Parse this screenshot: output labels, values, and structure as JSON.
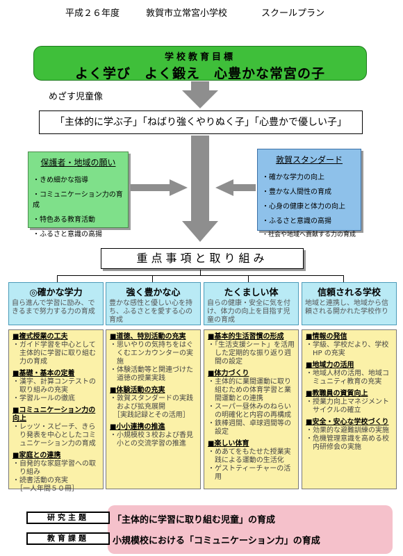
{
  "header": {
    "year": "平成２６年度",
    "school": "敦賀市立常宮小学校",
    "plan": "スクールプラン"
  },
  "goal": {
    "label": "学校教育目標",
    "text": "よく学び　よく鍛え　心豊かな常宮の子"
  },
  "mezasu": "めざす児童像",
  "children": "「主体的に学ぶ子」「ねばり強くやりぬく子」「心豊かで優しい子」",
  "guardians": {
    "title": "保護者・地域の願い",
    "items": [
      "・きめ細かな指導",
      "・コミュニケーション力の育成",
      "・特色ある教育活動",
      "・ふるさと意識の高揚"
    ]
  },
  "standard": {
    "title": "敦賀スタンダード",
    "items": [
      "・確かな学力の向上",
      "・豊かな人間性の育成",
      "・心身の健康と体力の向上",
      "・ふるさと意識の高揚",
      "・社会や地域へ貢献する力の育成"
    ]
  },
  "juten": "重点事項と取り組み",
  "categories": [
    {
      "title": "◎確かな学力",
      "desc": "自ら進んで学習に励み、できるまで努力する力の育成"
    },
    {
      "title": "強く豊かな心",
      "desc": "豊かな感性と優しい心を持ち、ふるさとを愛する心の育成"
    },
    {
      "title": "たくましい体",
      "desc": "自らの健康・安全に気を付け、体力の向上を目指す児童の育成"
    },
    {
      "title": "信頼される学校",
      "desc": "地域と連携し、地域から信頼される開かれた学校作り"
    }
  ],
  "columns": [
    [
      {
        "h": "■複式授業の工夫"
      },
      {
        "b": "・ガイド学習を中心として主体的に学習に取り組む力の育成"
      },
      {
        "h": "■基礎・基本の定着"
      },
      {
        "b": "・漢字、計算コンテストの取り組みの充実"
      },
      {
        "b": "・学習ルールの徹底"
      },
      {
        "h": "■コミュニケーション力の向上"
      },
      {
        "b": "・レッツ・スピーチ、きらり発表を中心としたコミュニケーション力の育成"
      },
      {
        "h": "■家庭との連携"
      },
      {
        "b": "・自発的な家庭学習への取り組み"
      },
      {
        "b": "・読書活動の充実"
      },
      {
        "b": "　［一人年間５０冊］"
      }
    ],
    [
      {
        "h": "■道徳、特別活動の充実"
      },
      {
        "b": "・思いやりの気持ちをはぐくむエンカウンターの実施"
      },
      {
        "b": "・体験活動等と関連づけた道徳の授業実践"
      },
      {
        "h": "■体験活動の充実"
      },
      {
        "b": "・敦賀スタンダードの実践および拡充展開"
      },
      {
        "b": "　［実践記録とその活用］"
      },
      {
        "h": "■小小連携の推進"
      },
      {
        "b": "・小規模校３校および香見小との交流学習の推進"
      }
    ],
    [
      {
        "h": "■基本的生活習慣の形成"
      },
      {
        "b": "・「生活支援シート」を活用した定期的な振り返り週間の設定"
      },
      {
        "h": "■体力づくり"
      },
      {
        "b": "・主体的に業間運動に取り組むための体育学習と業間運動との連携"
      },
      {
        "b": "・スーパー昼休みのねらいの明確化と内容の再構成"
      },
      {
        "b": "・鉄棒週間、卓球週間等の設定"
      },
      {
        "h": "■楽しい体育"
      },
      {
        "b": "・めあてをもたせた授業実践による運動の生活化"
      },
      {
        "b": "・ゲストティーチャーの活用"
      }
    ],
    [
      {
        "h": "■情報の発信"
      },
      {
        "b": "・学級、学校だより、学校HP の充実"
      },
      {
        "h": "■地域力の活用"
      },
      {
        "b": "・地域人材の活用、地域コミュニティ教育の充実"
      },
      {
        "h": "■教職員の資質向上"
      },
      {
        "b": "・授業力向上マネジメントサイクルの確立"
      },
      {
        "h": "■安全・安心な学校づくり"
      },
      {
        "b": "・効果的な避難訓練の実施"
      },
      {
        "b": "・危機管理意識を高める校内研修会の実施"
      }
    ]
  ],
  "research": {
    "label": "研究主題",
    "text": "「主体的に学習に取り組む児童」の育成"
  },
  "edu": {
    "label": "教育課題",
    "text": "小規模校における「コミュニケーション力」の育成"
  }
}
